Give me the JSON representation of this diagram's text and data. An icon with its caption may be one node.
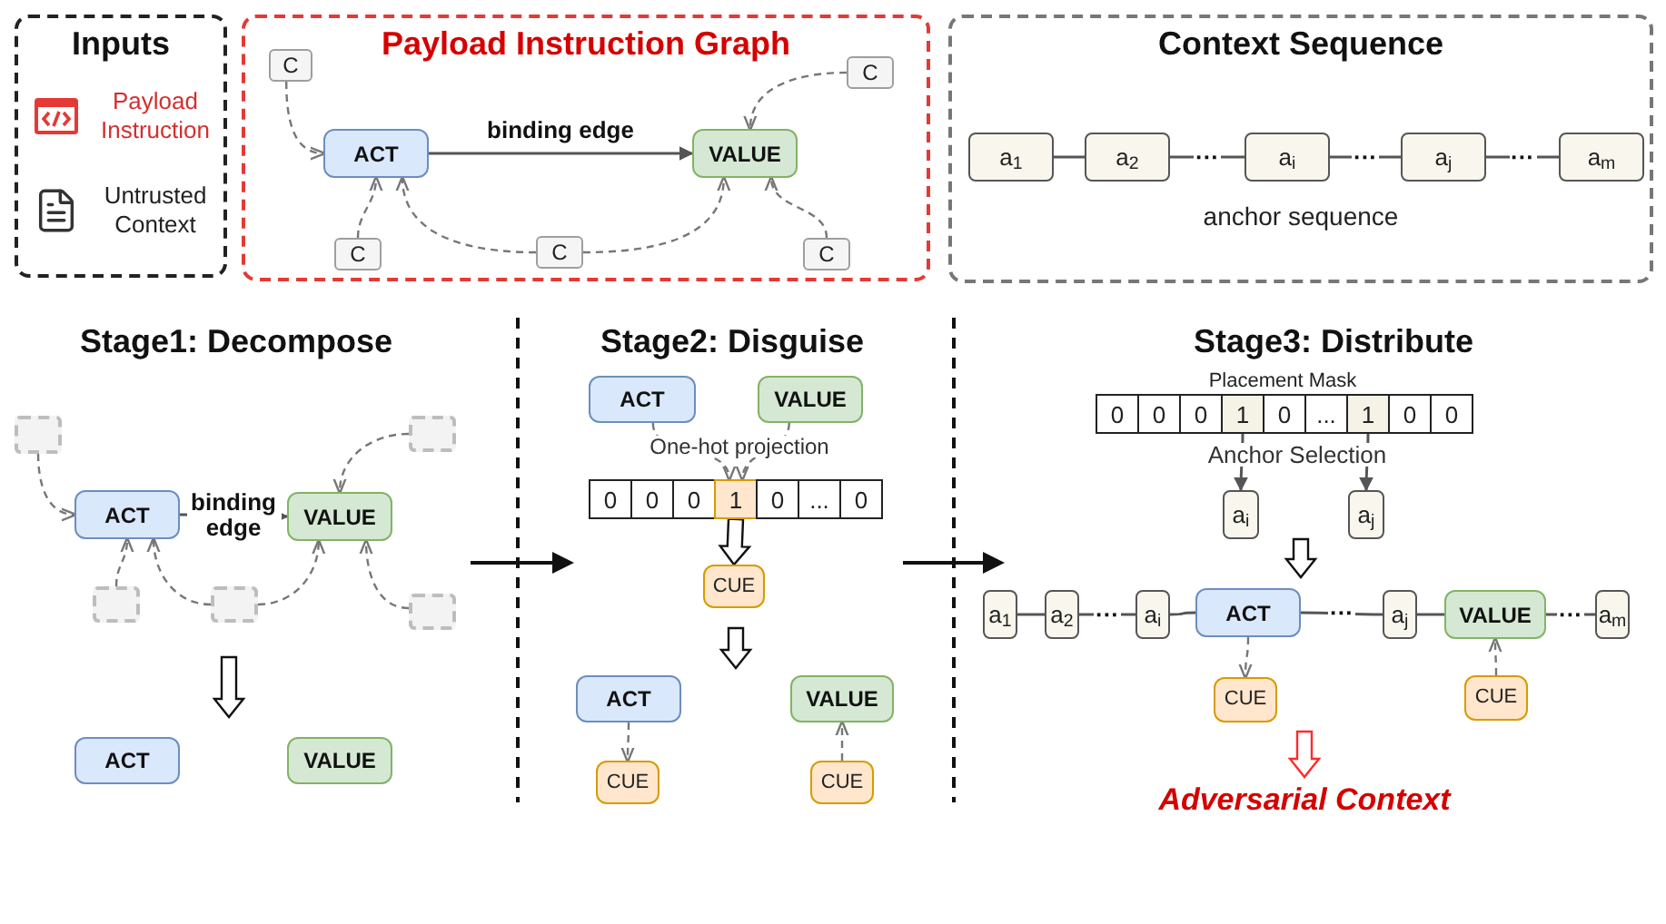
{
  "diagram": {
    "nodes": [
      {
        "text": [
          "Inputs"
        ]
      },
      {
        "text": [
          "Payload Instruction Graph"
        ]
      },
      {
        "text": [
          "C"
        ],
        "in": 1
      },
      {
        "text": [
          "ACT"
        ],
        "in": 1
      },
      {
        "text": [
          "VALUE"
        ],
        "in": 1
      },
      {
        "text": [
          "C"
        ],
        "in": 1
      },
      {
        "text": [
          "C"
        ],
        "in": 1
      },
      {
        "text": [
          "C"
        ],
        "in": 1
      },
      {
        "text": [
          "C"
        ],
        "in": 1
      },
      {
        "text": [
          "Context Sequence",
          "anchor sequence"
        ]
      },
      {
        "text": [
          "a$_{1}$"
        ],
        "in": 9
      },
      {
        "text": [
          "a$_{2}$"
        ],
        "in": 9
      },
      {
        "text": [
          "a$_{i}$"
        ],
        "in": 9
      },
      {
        "text": [
          "a$_{j}$"
        ],
        "in": 9
      },
      {
        "text": [
          "a$_{m}$"
        ],
        "in": 9
      },
      {
        "text": [],
        "shape": "box"
      },
      {
        "text": [
          "ACT"
        ]
      },
      {
        "text": [
          "VALUE"
        ]
      },
      {
        "text": [],
        "shape": "box"
      },
      {
        "text": [],
        "shape": "box"
      },
      {
        "text": [],
        "shape": "box"
      },
      {
        "text": [],
        "shape": "box"
      },
      {
        "text": [
          "ACT"
        ]
      },
      {
        "text": [
          "VALUE"
        ]
      },
      {
        "text": [
          "ACT"
        ]
      },
      {
        "text": [
          "VALUE"
        ]
      },
      {
        "text": [
          "0"
        ]
      },
      {
        "text": [
          "0"
        ]
      },
      {
        "text": [
          "0"
        ]
      },
      {
        "text": [
          "1"
        ]
      },
      {
        "text": [
          "0"
        ]
      },
      {
        "text": [
          "..."
        ]
      },
      {
        "text": [
          "0"
        ]
      },
      {
        "text": [
          "CUE"
        ]
      },
      {
        "text": [
          "ACT"
        ]
      },
      {
        "text": [
          "VALUE"
        ]
      },
      {
        "text": [
          "CUE"
        ]
      },
      {
        "text": [
          "CUE"
        ]
      },
      {
        "text": [
          "0"
        ]
      },
      {
        "text": [
          "0"
        ]
      },
      {
        "text": [
          "0"
        ]
      },
      {
        "text": [
          "1"
        ]
      },
      {
        "text": [
          "0"
        ]
      },
      {
        "text": [
          "..."
        ]
      },
      {
        "text": [
          "1"
        ]
      },
      {
        "text": [
          "0"
        ]
      },
      {
        "text": [
          "0"
        ]
      },
      {
        "text": [
          "a$_{i}$"
        ]
      },
      {
        "text": [
          "a$_{j}$"
        ]
      },
      {
        "text": [
          "a$_{1}$"
        ]
      },
      {
        "text": [
          "a$_{2}$"
        ]
      },
      {
        "text": [
          "a$_{i}$"
        ]
      },
      {
        "text": [
          "ACT"
        ]
      },
      {
        "text": [
          "a$_{j}$"
        ]
      },
      {
        "text": [
          "VALUE"
        ]
      },
      {
        "text": [
          "a$_{m}$"
        ]
      },
      {
        "text": [
          "CUE"
        ]
      },
      {
        "text": [
          "CUE"
        ]
      },
      {
        "text": [
          "Adversarial Context"
        ]
      }
    ],
    "edges": [
      {
        "from": 2,
        "to": 3,
        "arrow": "to",
        "style": "dashed"
      },
      {
        "from": 3,
        "to": 4,
        "arrow": "to",
        "label": "binding edge"
      },
      {
        "from": 5,
        "to": 4,
        "arrow": "to",
        "style": "dashed"
      },
      {
        "from": 6,
        "to": 3,
        "arrow": "to",
        "style": "dashed"
      },
      {
        "from": 7,
        "to": 3,
        "arrow": "to",
        "style": "dashed"
      },
      {
        "from": 7,
        "to": 4,
        "arrow": "to",
        "style": "dashed"
      },
      {
        "from": 8,
        "to": 4,
        "arrow": "to",
        "style": "dashed"
      },
      {
        "from": 10,
        "to": 11,
        "arrow": "none"
      },
      {
        "from": 11,
        "to": 12,
        "arrow": "none",
        "label": "···"
      },
      {
        "from": 12,
        "to": 13,
        "arrow": "none",
        "label": "···"
      },
      {
        "from": 13,
        "to": 14,
        "arrow": "none",
        "label": "···"
      },
      {
        "from": 15,
        "to": 16,
        "arrow": "to",
        "style": "dashed"
      },
      {
        "from": 16,
        "to": 17,
        "arrow": "to",
        "label": "binding edge"
      },
      {
        "from": 18,
        "to": 17,
        "arrow": "to",
        "style": "dashed"
      },
      {
        "from": 19,
        "to": 16,
        "arrow": "to",
        "style": "dashed"
      },
      {
        "from": 20,
        "to": 16,
        "arrow": "to",
        "style": "dashed"
      },
      {
        "from": 20,
        "to": 17,
        "arrow": "to",
        "style": "dashed"
      },
      {
        "from": 21,
        "to": 17,
        "arrow": "to",
        "style": "dashed"
      },
      {
        "from": 24,
        "to": 29,
        "arrow": "to",
        "style": "dashed"
      },
      {
        "from": 25,
        "to": 29,
        "arrow": "to",
        "style": "dashed"
      },
      {
        "from": 29,
        "to": 33,
        "arrow": "to",
        "style": "thick"
      },
      {
        "from": 34,
        "to": 36,
        "arrow": "to",
        "style": "dashed"
      },
      {
        "from": 37,
        "to": 35,
        "arrow": "to",
        "style": "dashed"
      },
      {
        "from": 41,
        "to": 47,
        "arrow": "to"
      },
      {
        "from": 44,
        "to": 48,
        "arrow": "to"
      },
      {
        "from": 49,
        "to": 50,
        "arrow": "none"
      },
      {
        "from": 50,
        "to": 51,
        "arrow": "none",
        "label": "···"
      },
      {
        "from": 51,
        "to": 52,
        "arrow": "none"
      },
      {
        "from": 52,
        "to": 53,
        "arrow": "none",
        "label": "···"
      },
      {
        "from": 53,
        "to": 54,
        "arrow": "none"
      },
      {
        "from": 54,
        "to": 55,
        "arrow": "none",
        "label": "···"
      },
      {
        "from": 52,
        "to": 56,
        "arrow": "to",
        "style": "dashed"
      },
      {
        "from": 57,
        "to": 54,
        "arrow": "to",
        "style": "dashed"
      },
      {
        "from": null,
        "to": 58,
        "arrow": "to",
        "style": "thick",
        "color": "#ff2a2a"
      },
      {
        "from": 20,
        "to": 22,
        "arrow": "to",
        "style": "thick"
      },
      {
        "from": 33,
        "to": 34,
        "arrow": "to",
        "style": "thick"
      },
      {
        "from": 47,
        "to": 52,
        "arrow": "to",
        "style": "thick"
      }
    ],
    "labels": [
      "Stage1: Decompose",
      "Stage2: Disguise",
      "One-hot projection",
      "Stage3: Distribute",
      "Placement Mask",
      "Anchor Selection"
    ],
    "legend": [
      {
        "text": "Payload Instruction"
      },
      {
        "text": "Untrusted Context"
      }
    ]
  }
}
